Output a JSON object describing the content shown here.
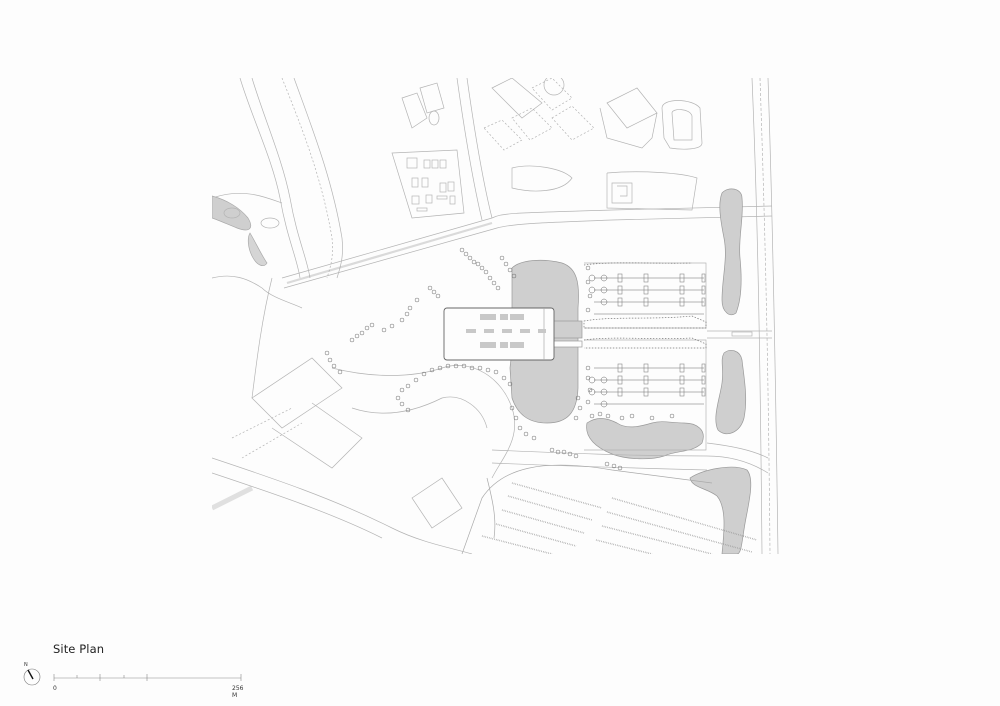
{
  "drawing": {
    "title": "Site Plan",
    "type": "architectural site plan",
    "colors": {
      "background": "#fdfdfd",
      "linework": "#b4b4b4",
      "dark_linework": "#555555",
      "water": "#cfcfcf",
      "trees": "#6a6a6a"
    }
  },
  "north_arrow": {
    "label": "N",
    "icon": "north-arrow-icon"
  },
  "scale_bar": {
    "start_label": "0",
    "end_label": "256 M",
    "ticks": 6
  },
  "plan_features": {
    "central_building": "rectangular pavilion spanning lake",
    "lakes": [
      "central lake",
      "south lake",
      "east north pond",
      "east south pond",
      "southeast pond"
    ],
    "parking": [
      "east garden parking grid",
      "south surface parking lot"
    ],
    "roads": [
      "east highway",
      "north access road",
      "west diagonal road"
    ]
  }
}
